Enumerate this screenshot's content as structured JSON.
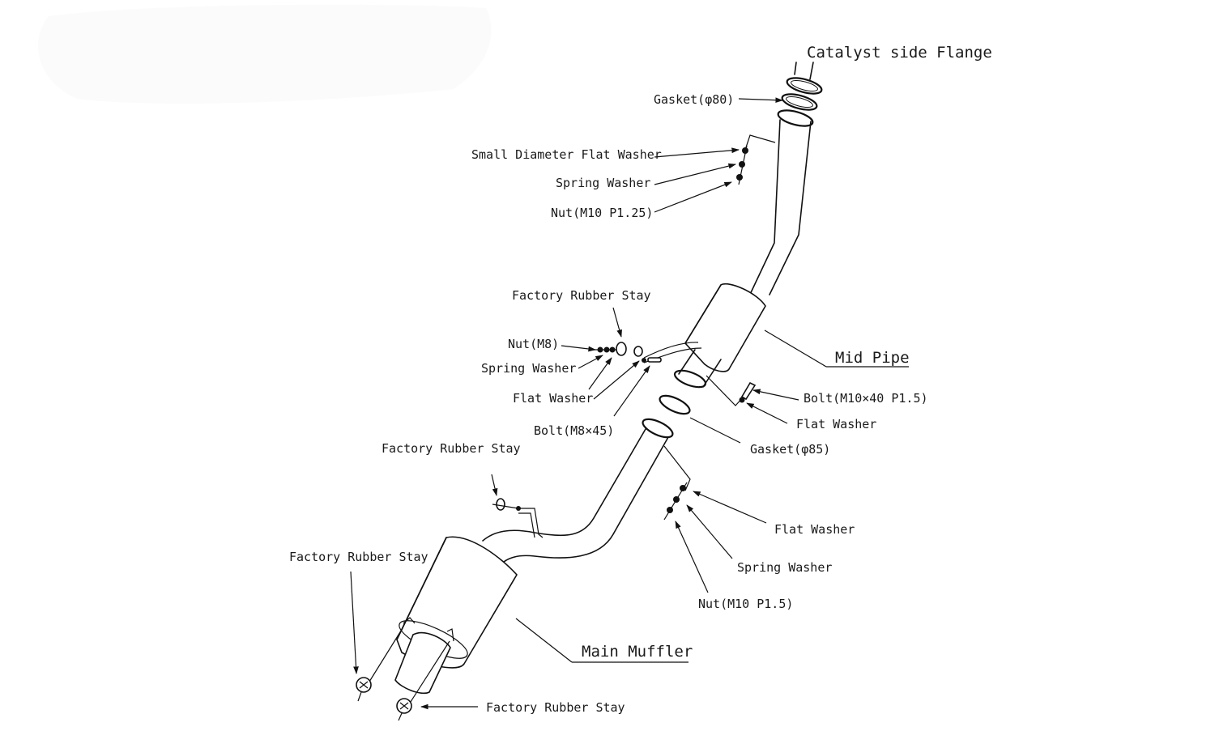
{
  "diagram": {
    "title": "Exhaust system exploded view",
    "labels": {
      "catalyst_flange": "Catalyst side Flange",
      "gasket_80": "Gasket(φ80)",
      "small_flat_washer": "Small Diameter Flat Washer",
      "spring_washer_top": "Spring Washer",
      "nut_m10_p125": "Nut(M10 P1.25)",
      "rubber_stay_mid": "Factory Rubber Stay",
      "nut_m8": "Nut(M8)",
      "spring_washer_mid": "Spring Washer",
      "flat_washer_mid": "Flat Washer",
      "bolt_m8x45": "Bolt(M8×45)",
      "mid_pipe": "Mid Pipe",
      "bolt_m10x40": "Bolt(M10×40 P1.5)",
      "flat_washer_right": "Flat Washer",
      "gasket_85": "Gasket(φ85)",
      "rubber_stay_left": "Factory Rubber Stay",
      "flat_washer_lower": "Flat Washer",
      "rubber_stay_muffler_left": "Factory Rubber Stay",
      "spring_washer_lower": "Spring Washer",
      "nut_m10_p15": "Nut(M10 P1.5)",
      "main_muffler": "Main Muffler",
      "rubber_stay_bottom": "Factory Rubber Stay"
    }
  }
}
